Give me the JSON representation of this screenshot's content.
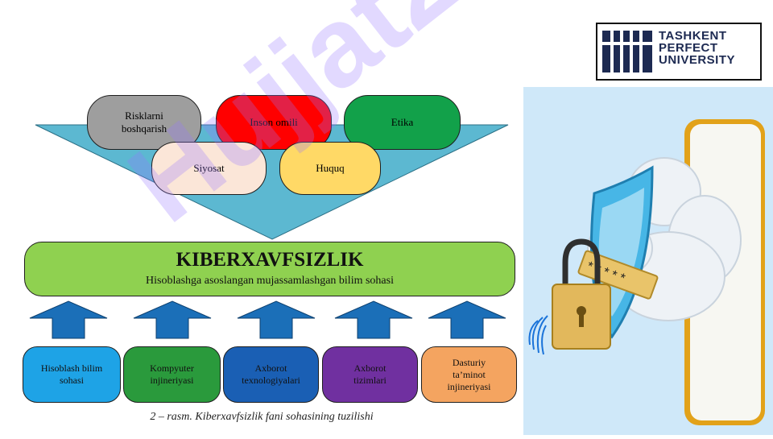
{
  "logo": {
    "text": "TASHKENT\nPERFECT\nUNIVERSITY"
  },
  "watermark": "Hujjat24",
  "diagram": {
    "factors": [
      {
        "label": "Risklarni\nboshqarish",
        "color": "#9e9e9e"
      },
      {
        "label": "Inson omili",
        "color": "#ff0000"
      },
      {
        "label": "Etika",
        "color": "#12a14a"
      },
      {
        "label": "Siyosat",
        "color": "#fbe6d8"
      },
      {
        "label": "Huquq",
        "color": "#ffd966"
      }
    ],
    "main": {
      "title": "KIBERXAVFSIZLIK",
      "subtitle": "Hisoblashga asoslangan mujassamlashgan bilim sohasi",
      "color": "#8fd150"
    },
    "fields": [
      {
        "label": "Hisoblash bilim\nsohasi",
        "color": "#1ea3e6"
      },
      {
        "label": "Kompyuter\ninjineriyasi",
        "color": "#2a9a3c"
      },
      {
        "label": "Axborot\ntexnologiyalari",
        "color": "#1a5fb4"
      },
      {
        "label": "Axborot\ntizimlari",
        "color": "#7030a0"
      },
      {
        "label": "Dasturiy\nta’minot\ninjineriyasi",
        "color": "#f4a460"
      }
    ],
    "caption": "2 – rasm. Kiberxavfsizlik fani sohasining tuzilishi",
    "triangle_color": "#5cb8d1",
    "arrow_color": "#1b6fb8"
  }
}
